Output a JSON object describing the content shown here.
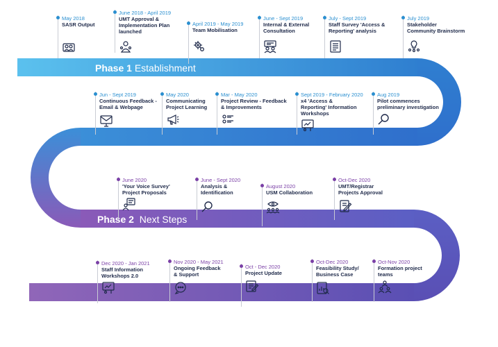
{
  "phases": [
    {
      "label": "Phase 1",
      "name": "Establishment"
    },
    {
      "label": "Phase 2",
      "name": "Next Steps"
    }
  ],
  "colors": {
    "phase1": "#2a8fd0",
    "phase2": "#7a3fa6",
    "road_start": "#5bc1ee",
    "road_mid": "#3b6fcf",
    "road_end": "#8a5ab8"
  },
  "milestones": {
    "row1": [
      {
        "date": "May 2018",
        "title": "SASR Output",
        "icon": "people-icon"
      },
      {
        "date": "June 2018 - April 2019",
        "title": "UMT Approval &\nImplementation Plan\nlaunched",
        "icon": "user-approval-icon"
      },
      {
        "date": "April 2019 - May 2019",
        "title": "Team Mobilisation",
        "icon": "gears-icon"
      },
      {
        "date": "June - Sept 2019",
        "title": "Internal & External\nConsultation",
        "icon": "consultation-icon"
      },
      {
        "date": "July - Sept 2019",
        "title": "Staff Survey 'Access &\nReporting' analysis",
        "icon": "survey-icon"
      },
      {
        "date": "July 2019",
        "title": "Stakeholder\nCommunity Brainstorm",
        "icon": "brainstorm-icon"
      }
    ],
    "row2": [
      {
        "date": "Jun - Sept 2019",
        "title": "Continuous Feedback -\nEmail & Webpage",
        "icon": "email-icon"
      },
      {
        "date": "May 2020",
        "title": "Communicating\nProject Learning",
        "icon": "megaphone-icon"
      },
      {
        "date": "Mar - May 2020",
        "title": "Project Review - Feedback\n& Improvements",
        "icon": "review-icon"
      },
      {
        "date": "Sept 2019 - February 2020",
        "title": "x4 'Access &\nReporting' Information\nWorkshops",
        "icon": "workshop-icon"
      },
      {
        "date": "Aug 2019",
        "title": "Pilot commences\npreliminary investigation",
        "icon": "magnifier-icon"
      }
    ],
    "row3": [
      {
        "date": "June 2020",
        "title": "'Your Voice Survey'\nProject Proposals",
        "icon": "voice-survey-icon"
      },
      {
        "date": "June - Sept 2020",
        "title": "Analysis &\nIdentification",
        "icon": "magnifier-icon"
      },
      {
        "date": "August 2020",
        "title": "USM Collaboration",
        "icon": "collaboration-icon"
      },
      {
        "date": "Oct-Dec 2020",
        "title": "UMT/Registrar\nProjects Approval",
        "icon": "approval-doc-icon"
      }
    ],
    "row4": [
      {
        "date": "Dec 2020 - Jan 2021",
        "title": "Staff Information\nWorkshops 2.0",
        "icon": "workshop-icon"
      },
      {
        "date": "Nov 2020 - May 2021",
        "title": "Ongoing Feedback\n& Support",
        "icon": "chat-icon"
      },
      {
        "date": "Oct - Dec 2020",
        "title": "Project Update",
        "icon": "document-edit-icon"
      },
      {
        "date": "Oct-Dec 2020",
        "title": "Feasibility Study/\nBusiness Case",
        "icon": "chart-doc-icon"
      },
      {
        "date": "Oct-Nov 2020",
        "title": "Formation project\nteams",
        "icon": "team-icon"
      }
    ]
  }
}
